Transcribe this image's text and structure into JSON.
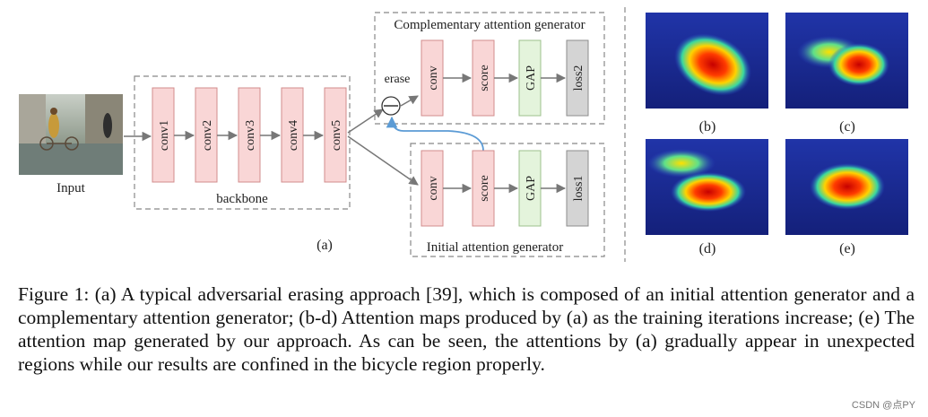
{
  "figure": {
    "input_label": "Input",
    "backbone_label": "backbone",
    "backbone_layers": [
      "conv1",
      "conv2",
      "conv3",
      "conv4",
      "conv5"
    ],
    "erase_label": "erase",
    "complementary_title": "Complementary attention generator",
    "complementary_blocks": [
      "conv",
      "score",
      "GAP",
      "loss2"
    ],
    "initial_title": "Initial attention generator",
    "initial_blocks": [
      "conv",
      "score",
      "GAP",
      "loss1"
    ],
    "panel_a_label": "(a)",
    "map_labels": [
      "(b)",
      "(c)",
      "(d)",
      "(e)"
    ],
    "colors": {
      "conv_fill": "#f9d6d6",
      "conv_stroke": "#d28c8c",
      "gap_fill": "#e4f4dc",
      "gap_stroke": "#9cc08c",
      "loss_fill": "#d4d4d4",
      "loss_stroke": "#8c8c8c",
      "erase_arrow": "#5b9bd5",
      "dash": "#888888"
    }
  },
  "caption": {
    "text": "Figure 1: (a) A typical adversarial erasing approach [39], which is composed of an initial attention generator and a complementary attention generator; (b-d) Attention maps produced by (a) as the training iterations increase; (e) The attention map generated by our approach. As can be seen, the attentions by (a) gradually appear in unexpected regions while our results are confined in the bicycle region properly."
  },
  "watermark": "CSDN @点PY"
}
